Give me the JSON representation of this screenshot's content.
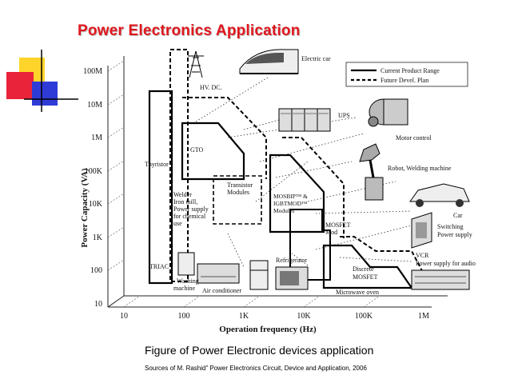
{
  "title": "Power Electronics Application",
  "caption": "Figure of Power Electronic devices application",
  "source": "Sources of M. Rashid” Power Electronics Circuit, Device and Application, 2006",
  "figure": {
    "y_axis_label": "Power Capacity (VA)",
    "x_axis_label": "Operation frequency (Hz)",
    "y_ticks": [
      "100M",
      "10M",
      "1M",
      "100K",
      "10K",
      "1K",
      "100",
      "10"
    ],
    "x_ticks": [
      "10",
      "100",
      "1K",
      "10K",
      "100K",
      "1M"
    ],
    "legend": {
      "current": "Current Product Range",
      "future": "Future Devel. Plan"
    },
    "devices": {
      "thyristor": "Thyristor",
      "gto": "GTO",
      "triac": "TRIAC",
      "mosbip": "MOSBIP™ &",
      "igbtmod": "IGBTMOD™",
      "modules": "Modules",
      "transistor1": "Transistor",
      "transistor2": "Modules",
      "mosfet_mod1": "MOSFET",
      "mosfet_mod2": "Mod",
      "discrete1": "Discrete",
      "discrete2": "MOSFET"
    },
    "applications": {
      "electric_car": "Electric car",
      "hvdc": "HV. DC.",
      "ups": "UPS",
      "motor_control": "Motor control",
      "robot": "Robot, Welding machine",
      "car": "Car",
      "switching1": "Switching",
      "switching2": "Power supply",
      "vcr1": "VCR",
      "vcr2": "Power supply for audio",
      "refrigerator": "Refrigerator",
      "microwave": "Microwave oven",
      "air_conditioner": "Air conditioner",
      "washing1": "Washing",
      "washing2": "machine",
      "welder1": "Welder",
      "welder2": "Iron mill,",
      "welder3": "Power supply",
      "welder4": "for chemical",
      "welder5": "use"
    }
  },
  "colors": {
    "title": "#e0171e",
    "deco_yellow": "#ffd42a",
    "deco_red": "#e8233a",
    "deco_blue": "#2f3bd6"
  }
}
